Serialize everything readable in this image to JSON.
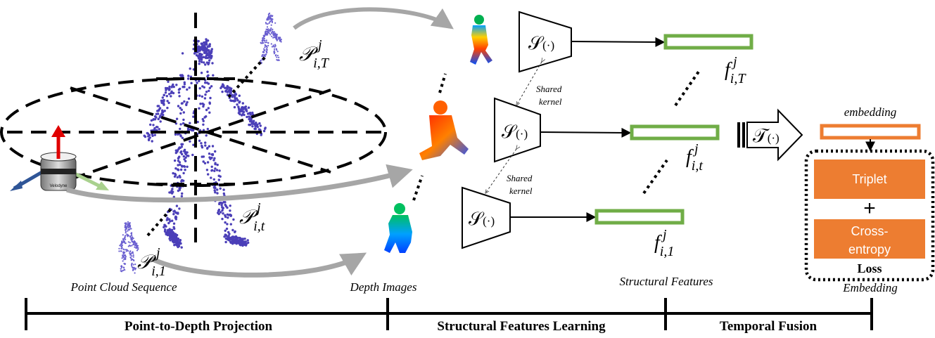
{
  "labels": {
    "point_cloud_sequence": "Point Cloud Sequence",
    "depth_images": "Depth Images",
    "structural_features": "Structural Features",
    "embedding_top": "embedding",
    "embedding_bottom": "Embedding",
    "shared_kernel_1a": "Shared",
    "shared_kernel_1b": "kernel",
    "shared_kernel_2a": "Shared",
    "shared_kernel_2b": "kernel",
    "lidar_brand": "Velodyne"
  },
  "math": {
    "P_T_base": "𝒫",
    "P_T_sub": "i,T",
    "P_T_sup": "j",
    "P_t_base": "𝒫",
    "P_t_sub": "i,t",
    "P_t_sup": "j",
    "P_1_base": "𝒫",
    "P_1_sub": "i,1",
    "P_1_sup": "j",
    "f_T_base": "f",
    "f_T_sub": "i,T",
    "f_T_sup": "j",
    "f_t_base": "f",
    "f_t_sub": "i,t",
    "f_t_sup": "j",
    "f_1_base": "f",
    "f_1_sub": "i,1",
    "f_1_sup": "j",
    "S_op": "𝒮",
    "S_arg": "(·)",
    "T_op": "𝒯",
    "T_arg": "(·)"
  },
  "loss": {
    "triplet": "Triplet",
    "plus": "+",
    "ce_line1": "Cross-",
    "ce_line2": "entropy",
    "title": "Loss"
  },
  "stages": {
    "stage1": "Point-to-Depth Projection",
    "stage2": "Structural Features Learning",
    "stage3": "Temporal Fusion"
  },
  "colors": {
    "feature_bar": "#70ad47",
    "embedding_bar": "#ed7d31",
    "loss_box": "#ed7d31",
    "arrow_gray": "#a6a6a6",
    "point_cloud": "#4b3fb8",
    "axis_red": "#e00000",
    "axis_blue": "#2f5597",
    "axis_green": "#a9d18e"
  }
}
